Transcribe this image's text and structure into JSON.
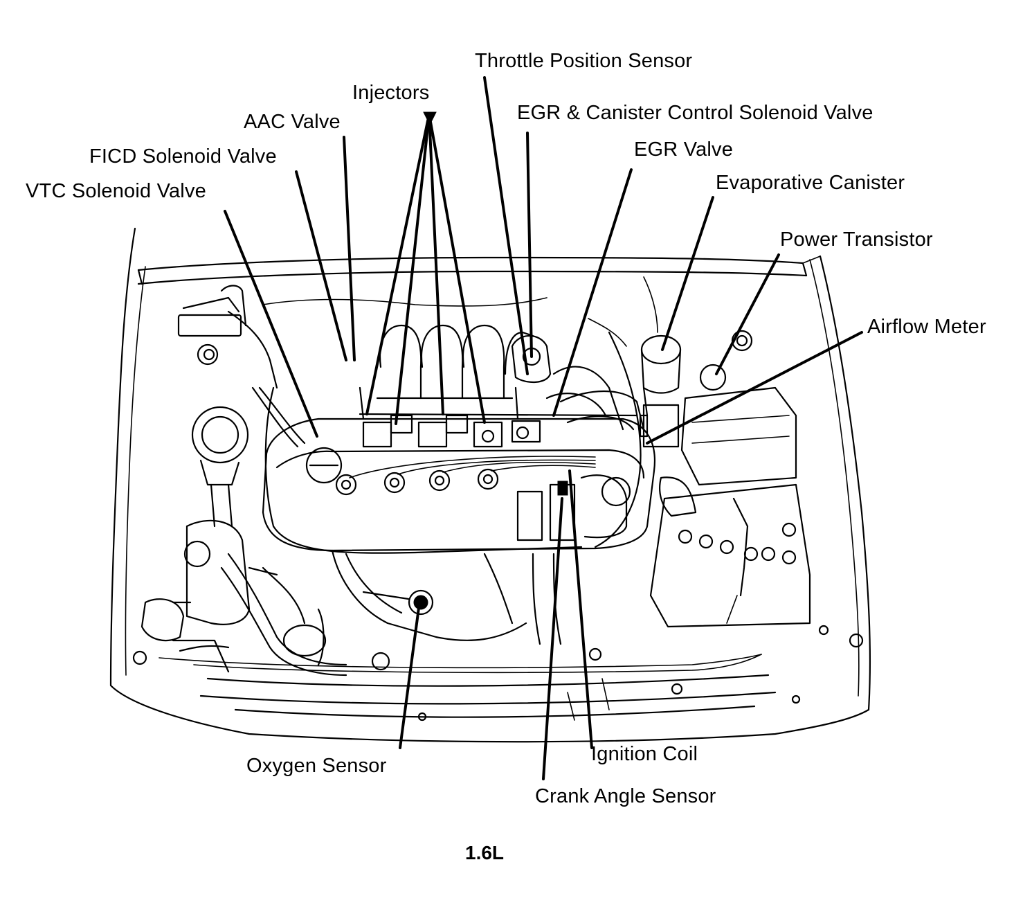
{
  "labels": {
    "throttle_position_sensor": "Throttle Position Sensor",
    "injectors": "Injectors",
    "egr_canister_valve": "EGR & Canister Control Solenoid Valve",
    "aac_valve": "AAC Valve",
    "egr_valve": "EGR Valve",
    "ficd_solenoid_valve": "FICD Solenoid Valve",
    "evaporative_canister": "Evaporative Canister",
    "vtc_solenoid_valve": "VTC Solenoid Valve",
    "power_transistor": "Power Transistor",
    "airflow_meter": "Airflow Meter",
    "oxygen_sensor": "Oxygen Sensor",
    "ignition_coil": "Ignition Coil",
    "crank_angle_sensor": "Crank Angle Sensor"
  },
  "caption": "1.6L"
}
